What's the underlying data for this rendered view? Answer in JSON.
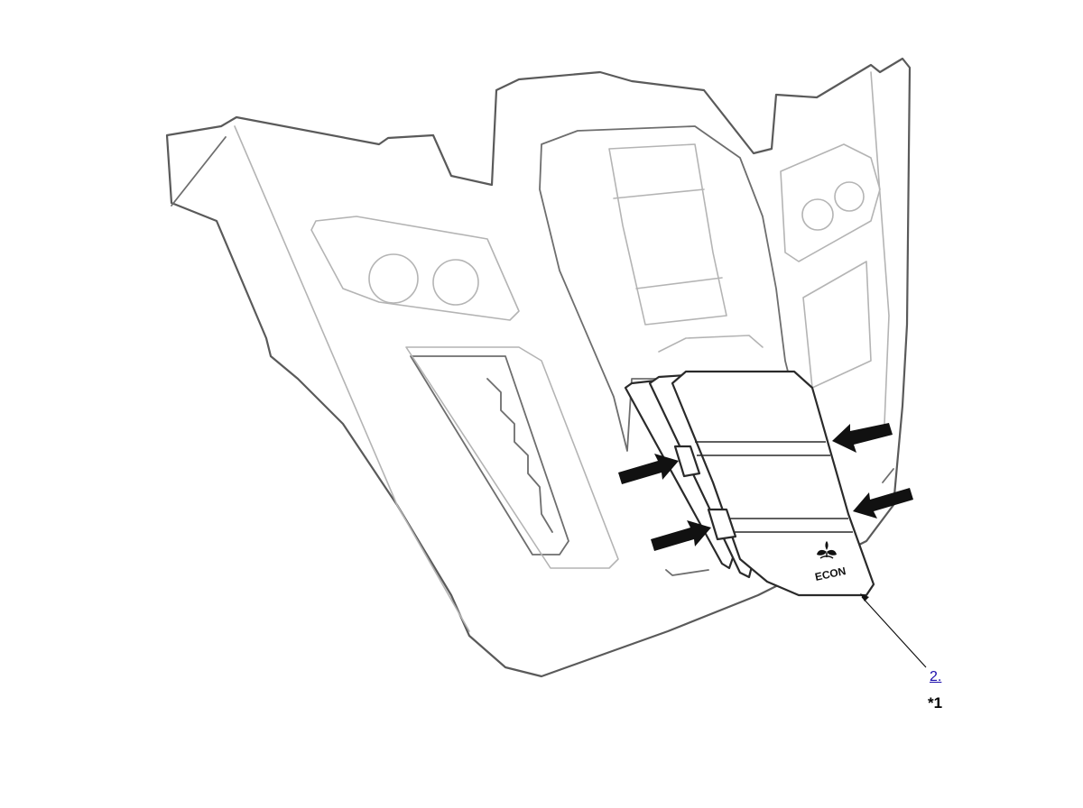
{
  "callout": {
    "link_label": "2.",
    "note": "*1"
  },
  "switch": {
    "label": "ECON"
  },
  "icons": [
    "econ-leaf-icon",
    "arrow-icon"
  ],
  "colors": {
    "line": "#5a5a5a",
    "light_line": "#b4b4b4",
    "arrow": "#111111",
    "link": "#1a0dab"
  }
}
